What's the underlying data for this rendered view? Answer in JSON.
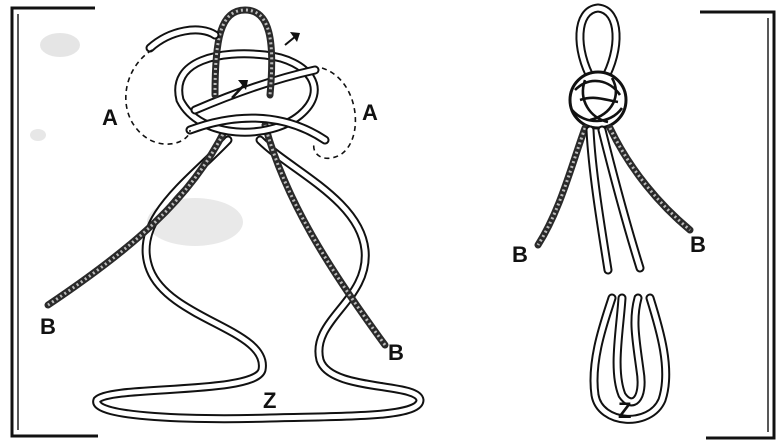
{
  "labels": {
    "left_a_left": "A",
    "left_a_right": "A",
    "left_b_left": "B",
    "left_b_right": "B",
    "left_z": "Z",
    "right_b_left": "B",
    "right_b_right": "B",
    "right_z": "Z"
  },
  "colors": {
    "ink": "#111111",
    "paper": "#ffffff",
    "smudge": "#cfcfcf"
  }
}
